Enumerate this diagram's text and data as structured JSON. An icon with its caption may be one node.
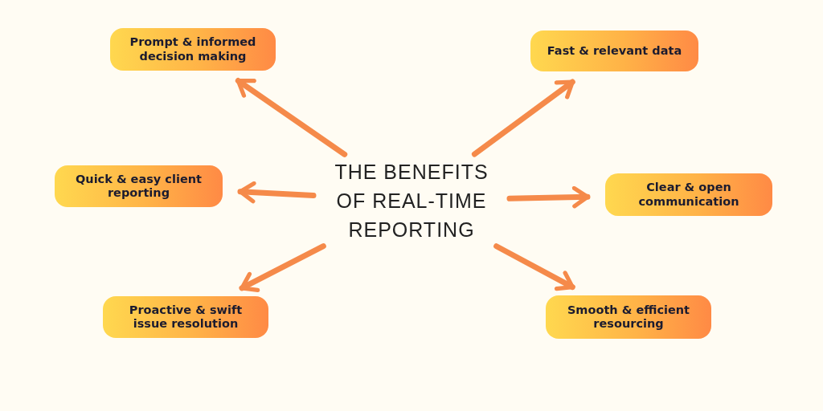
{
  "diagram": {
    "nodes": [
      {
        "text": [
          "THE BENEFITS OF REAL-TIME REPORTING"
        ]
      },
      {
        "text": [
          "Prompt & informed decision making"
        ]
      },
      {
        "text": [
          "Fast & relevant data"
        ]
      },
      {
        "text": [
          "Quick & easy client reporting"
        ]
      },
      {
        "text": [
          "Clear & open communication"
        ]
      },
      {
        "text": [
          "Proactive & swift issue resolution"
        ]
      },
      {
        "text": [
          "Smooth & efficient resourcing"
        ]
      }
    ],
    "edges": [
      {
        "from": 0,
        "to": 1,
        "arrow": "to"
      },
      {
        "from": 0,
        "to": 2,
        "arrow": "to"
      },
      {
        "from": 0,
        "to": 3,
        "arrow": "to"
      },
      {
        "from": 0,
        "to": 4,
        "arrow": "to"
      },
      {
        "from": 0,
        "to": 5,
        "arrow": "to"
      },
      {
        "from": 0,
        "to": 6,
        "arrow": "to"
      }
    ]
  }
}
